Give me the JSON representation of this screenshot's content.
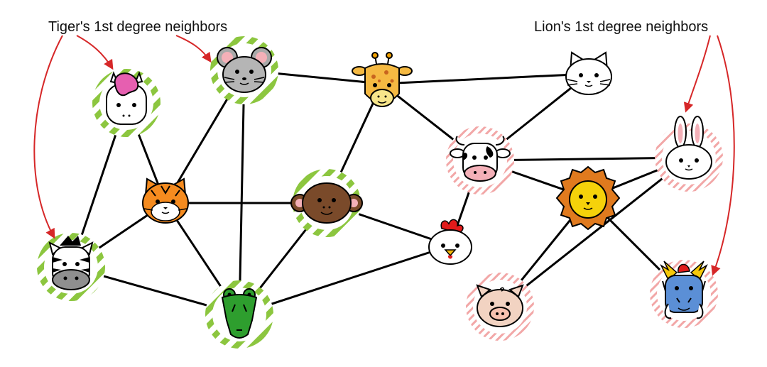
{
  "annotations": {
    "tiger_label": "Tiger's 1st degree neighbors",
    "lion_label": "Lion's 1st degree neighbors"
  },
  "colors": {
    "tiger_neighbor": "#8cc63f",
    "lion_neighbor": "#f0a0a0",
    "arrow": "#d62728",
    "edge": "#000000"
  },
  "nodes": [
    {
      "id": "unicorn",
      "name": "Unicorn",
      "group": "tiger"
    },
    {
      "id": "mouse",
      "name": "Mouse",
      "group": "tiger"
    },
    {
      "id": "giraffe",
      "name": "Giraffe",
      "group": "none"
    },
    {
      "id": "cat",
      "name": "Cat",
      "group": "none"
    },
    {
      "id": "tiger",
      "name": "Tiger",
      "group": "none"
    },
    {
      "id": "monkey",
      "name": "Monkey",
      "group": "tiger"
    },
    {
      "id": "cow",
      "name": "Cow",
      "group": "lion"
    },
    {
      "id": "rabbit",
      "name": "Rabbit",
      "group": "lion"
    },
    {
      "id": "lion",
      "name": "Lion",
      "group": "none"
    },
    {
      "id": "zebra",
      "name": "Zebra",
      "group": "tiger"
    },
    {
      "id": "chicken",
      "name": "Chicken",
      "group": "none"
    },
    {
      "id": "crocodile",
      "name": "Crocodile",
      "group": "tiger"
    },
    {
      "id": "pig",
      "name": "Pig",
      "group": "lion"
    },
    {
      "id": "dragon",
      "name": "Dragon",
      "group": "lion"
    }
  ],
  "edges": [
    [
      "unicorn",
      "tiger"
    ],
    [
      "unicorn",
      "zebra"
    ],
    [
      "mouse",
      "tiger"
    ],
    [
      "mouse",
      "crocodile"
    ],
    [
      "mouse",
      "giraffe"
    ],
    [
      "giraffe",
      "cat"
    ],
    [
      "giraffe",
      "monkey"
    ],
    [
      "giraffe",
      "cow"
    ],
    [
      "cat",
      "cow"
    ],
    [
      "tiger",
      "monkey"
    ],
    [
      "tiger",
      "zebra"
    ],
    [
      "tiger",
      "crocodile"
    ],
    [
      "monkey",
      "crocodile"
    ],
    [
      "monkey",
      "chicken"
    ],
    [
      "zebra",
      "crocodile"
    ],
    [
      "crocodile",
      "chicken"
    ],
    [
      "chicken",
      "cow"
    ],
    [
      "cow",
      "lion"
    ],
    [
      "cow",
      "rabbit"
    ],
    [
      "lion",
      "rabbit"
    ],
    [
      "lion",
      "pig"
    ],
    [
      "lion",
      "dragon"
    ],
    [
      "rabbit",
      "pig"
    ]
  ]
}
